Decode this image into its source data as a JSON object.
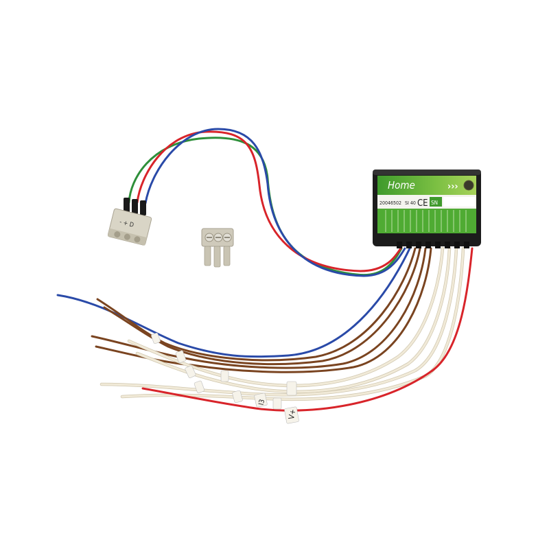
{
  "module": {
    "brand": "Home",
    "code": "20046502",
    "version": "SI 40",
    "ce_mark": "CE",
    "sn_label": "SN",
    "arrows": "›››"
  },
  "connector_3pin": {
    "label": "- + D"
  },
  "wire_labels": {
    "i3": "I3",
    "vplus": "V+"
  },
  "colors": {
    "green_wire": "#2e8f3a",
    "red_wire": "#d8242a",
    "blue_wire": "#2a4aa8",
    "brown_wire": "#7a4420",
    "white_wire": "#f1ead8",
    "module_body": "#1c1c1c",
    "label_green": "#62b436"
  }
}
